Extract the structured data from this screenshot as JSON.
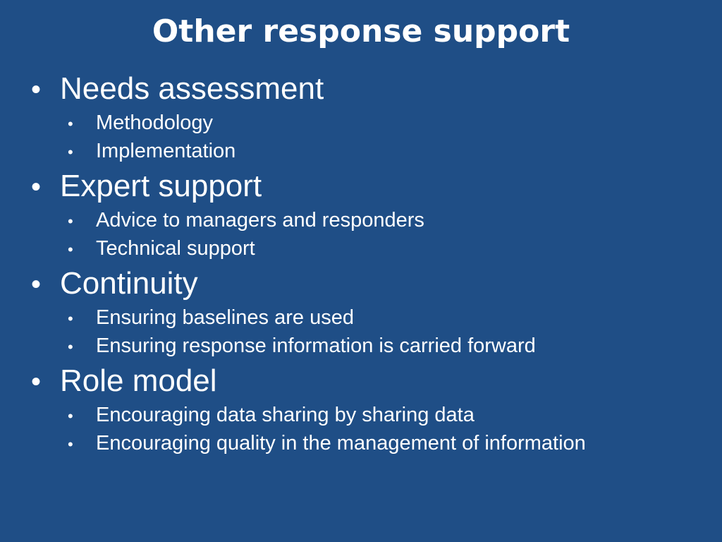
{
  "slide": {
    "title": "Other response support",
    "background_color": "#1f4e86",
    "text_color": "#ffffff",
    "bullet_glyph": "•",
    "items": [
      {
        "label": "Needs assessment",
        "subitems": [
          "Methodology",
          "Implementation"
        ]
      },
      {
        "label": "Expert support",
        "subitems": [
          "Advice to managers and responders",
          "Technical support"
        ]
      },
      {
        "label": "Continuity",
        "subitems": [
          "Ensuring baselines are used",
          "Ensuring response information is carried forward"
        ]
      },
      {
        "label": "Role model",
        "subitems": [
          "Encouraging data sharing by sharing data",
          "Encouraging quality in the management of information"
        ]
      }
    ]
  }
}
